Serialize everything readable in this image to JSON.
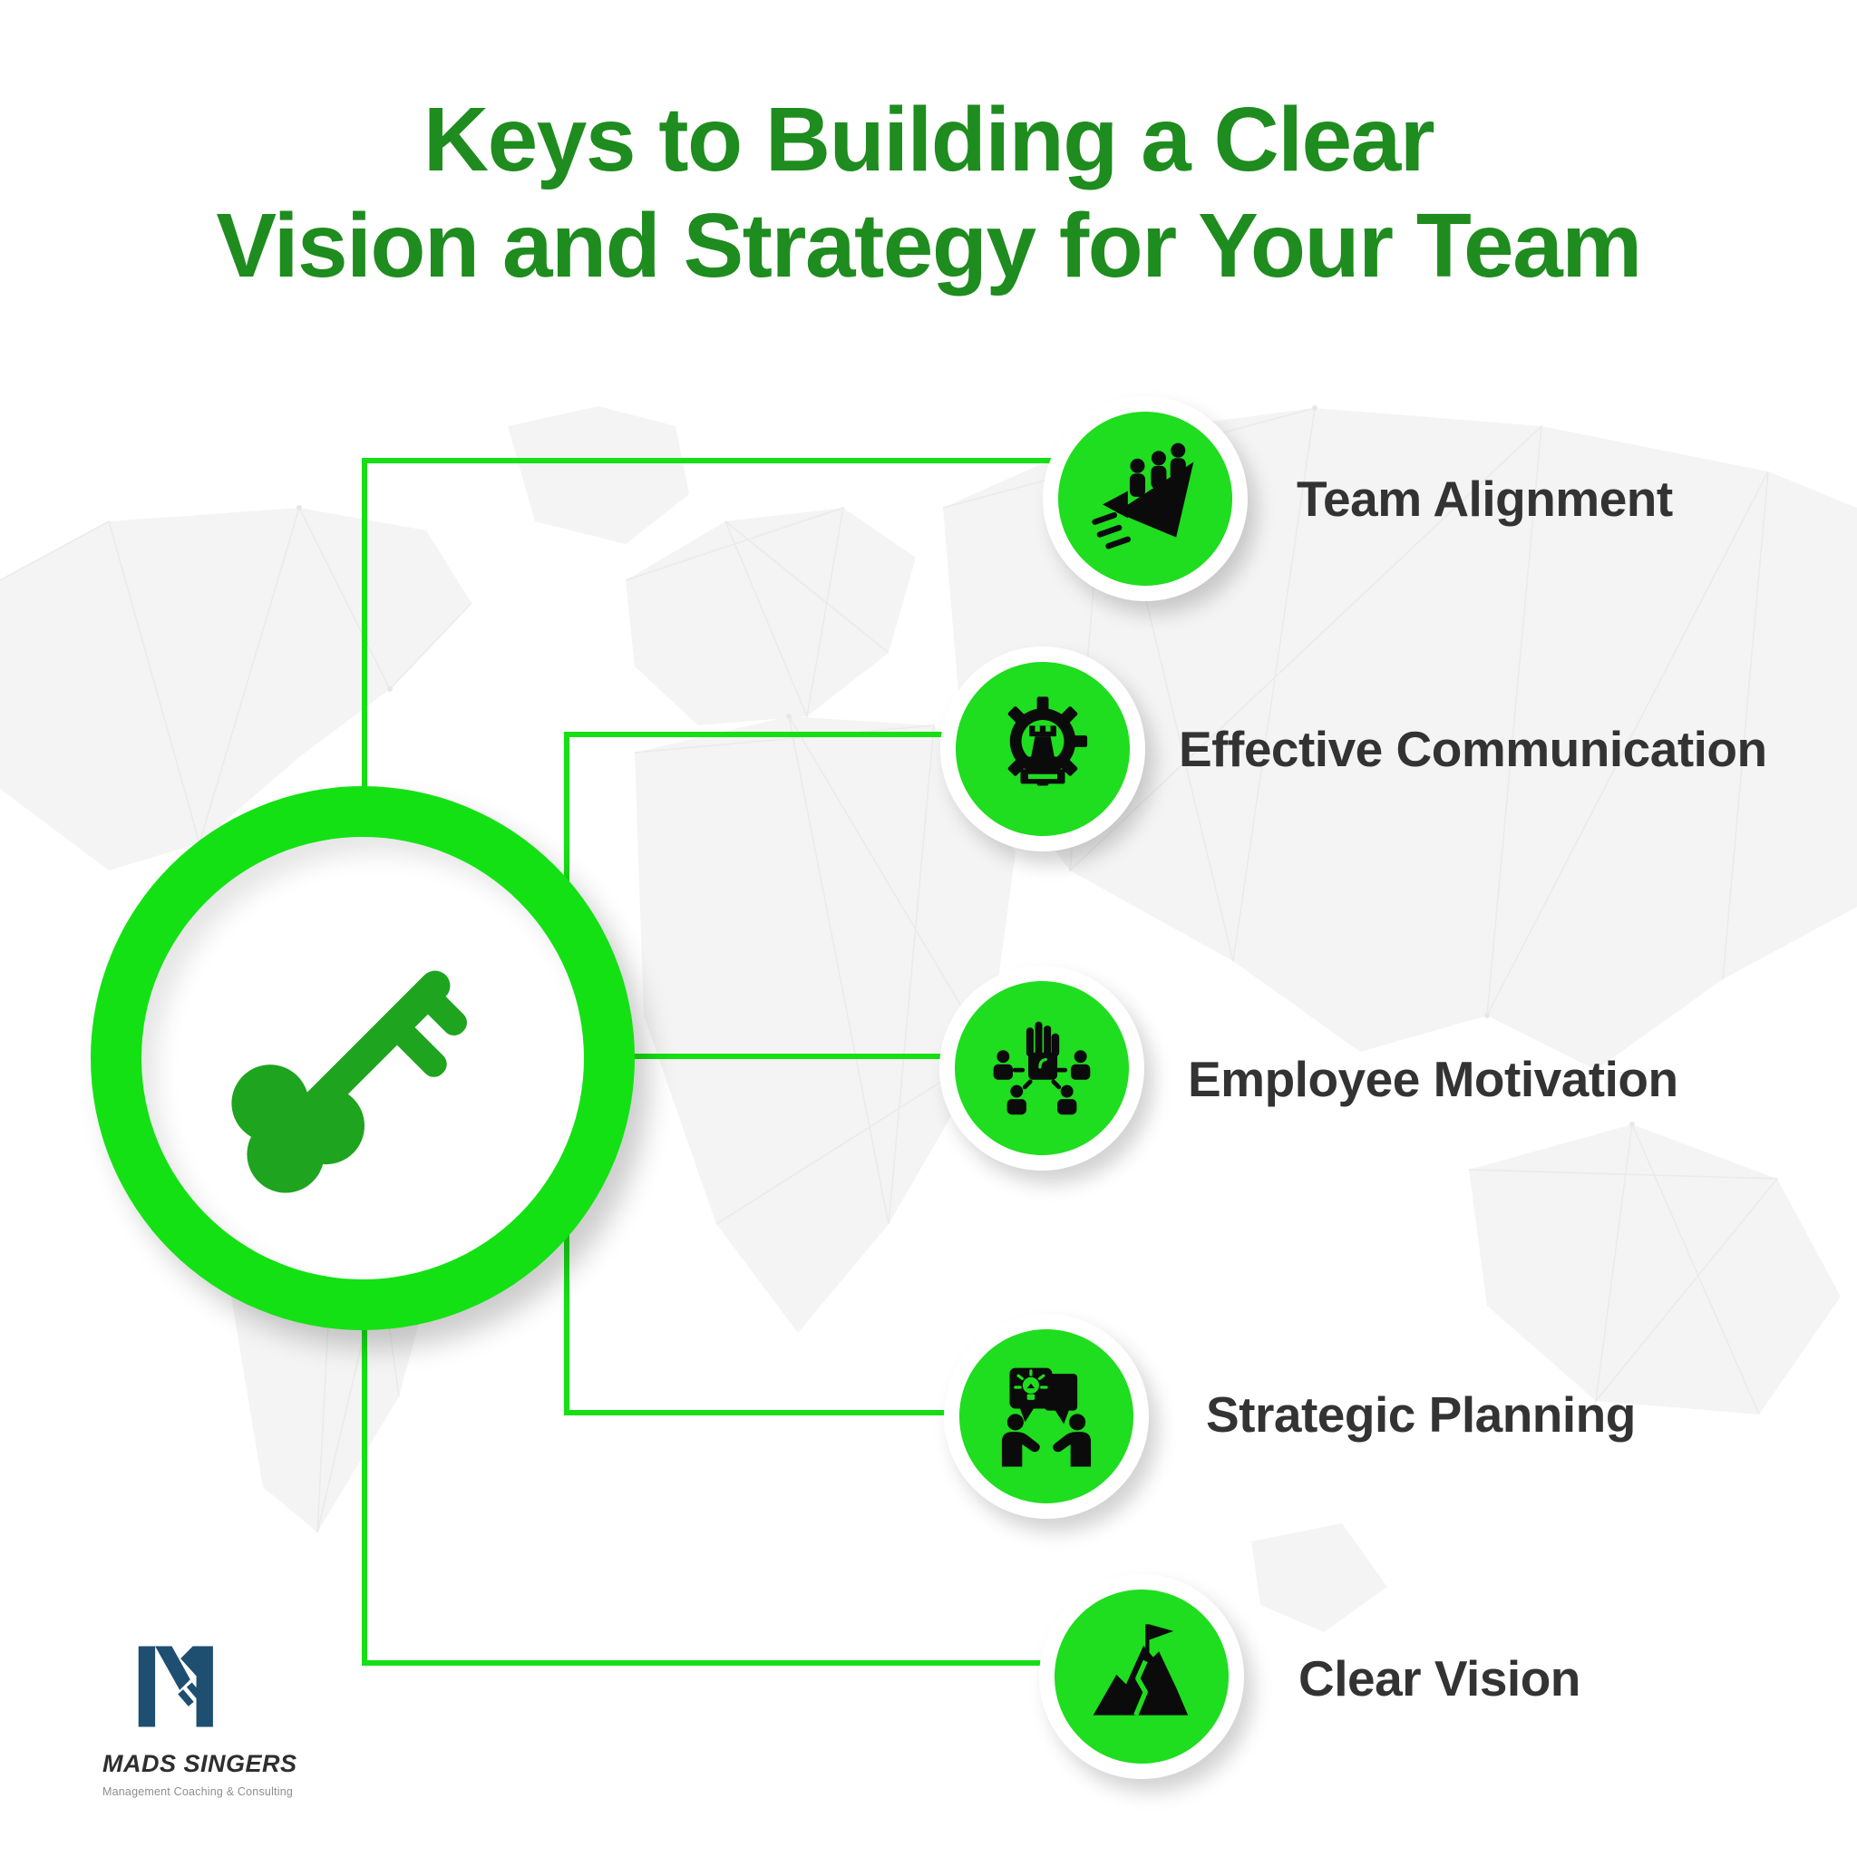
{
  "title": {
    "line1": "Keys to Building a Clear",
    "line2": "Vision and Strategy for Your Team"
  },
  "hub": {
    "icon": "key-icon"
  },
  "items": [
    {
      "label": "Team Alignment",
      "icon": "team-alignment-icon"
    },
    {
      "label": "Effective Communication",
      "icon": "effective-communication-icon"
    },
    {
      "label": "Employee Motivation",
      "icon": "employee-motivation-icon"
    },
    {
      "label": "Strategic Planning",
      "icon": "strategic-planning-icon"
    },
    {
      "label": "Clear Vision",
      "icon": "clear-vision-icon"
    }
  ],
  "logo": {
    "name": "MADS SINGERS",
    "tagline": "Management Coaching & Consulting",
    "monogram": "M"
  },
  "colors": {
    "title_green": "#1E8C1E",
    "ring_green": "#14E114",
    "node_green": "#1FDD1F",
    "connector_green": "#16DF16",
    "key_green": "#1FA41F",
    "icon_black": "#0B0B0B",
    "label_gray": "#333333",
    "logo_navy": "#1E4E70",
    "map_gray": "#F4F4F4"
  }
}
